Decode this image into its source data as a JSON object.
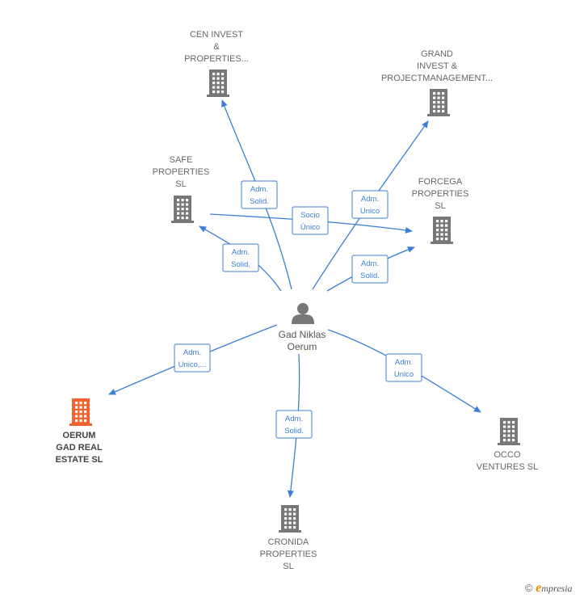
{
  "person": {
    "name_lines": [
      "Gad Niklas",
      "Oerum"
    ]
  },
  "companies": [
    {
      "id": "cen",
      "lines": [
        "CEN INVEST",
        "&",
        "PROPERTIES..."
      ],
      "highlight": false
    },
    {
      "id": "grand",
      "lines": [
        "GRAND",
        "INVEST &",
        "PROJECTMANAGEMENT..."
      ],
      "highlight": false
    },
    {
      "id": "safe",
      "lines": [
        "SAFE",
        "PROPERTIES",
        "SL"
      ],
      "highlight": false
    },
    {
      "id": "forcega",
      "lines": [
        "FORCEGA",
        "PROPERTIES",
        "SL"
      ],
      "highlight": false
    },
    {
      "id": "oerum",
      "lines": [
        "OERUM",
        "GAD REAL",
        "ESTATE  SL"
      ],
      "highlight": true
    },
    {
      "id": "occo",
      "lines": [
        "OCCO",
        "VENTURES  SL"
      ],
      "highlight": false
    },
    {
      "id": "cronida",
      "lines": [
        "CRONIDA",
        "PROPERTIES",
        "SL"
      ],
      "highlight": false
    }
  ],
  "edges": [
    {
      "target": "cen",
      "label": [
        "Adm.",
        "Solid."
      ]
    },
    {
      "target": "grand",
      "label": [
        "Adm.",
        "Unico"
      ]
    },
    {
      "target": "safe",
      "label": [
        "Adm.",
        "Solid."
      ]
    },
    {
      "target": "forcega",
      "label": [
        "Adm.",
        "Solid."
      ]
    },
    {
      "target": "forcega-from-safe",
      "label": [
        "Socio",
        "Único"
      ]
    },
    {
      "target": "oerum",
      "label": [
        "Adm.",
        "Unico,..."
      ]
    },
    {
      "target": "occo",
      "label": [
        "Adm.",
        "Unico"
      ]
    },
    {
      "target": "cronida",
      "label": [
        "Adm.",
        "Solid."
      ]
    }
  ],
  "footer": {
    "copyright": "©",
    "brand_initial": "e",
    "brand_rest": "mpresia"
  },
  "colors": {
    "edge": "#3a7fd5",
    "building": "#777777",
    "highlight": "#f4622d"
  },
  "icons": {
    "company": "building-icon",
    "person": "person-icon"
  }
}
